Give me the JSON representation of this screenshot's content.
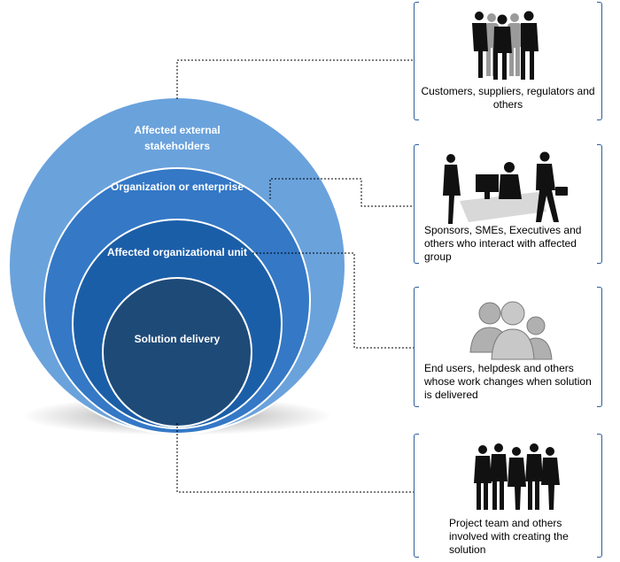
{
  "colors": {
    "outer_ring": "#6aa2dc",
    "second_ring": "#3478c6",
    "third_ring": "#1b5ea8",
    "core": "#1e4a78",
    "ring_border": "#ffffff",
    "bracket": "#2e5d99",
    "connector": "#000000"
  },
  "rings": {
    "external": "Affected external stakeholders",
    "enterprise": "Organization or enterprise",
    "unit": "Affected organizational unit",
    "core": "Solution delivery"
  },
  "cards": [
    {
      "icon": "business-people-silhouettes-icon",
      "caption": "Customers, suppliers, regulators and others"
    },
    {
      "icon": "office-meeting-silhouettes-icon",
      "caption": "Sponsors, SMEs, Executives and others who interact with affected group"
    },
    {
      "icon": "user-group-icon",
      "caption": "End users, helpdesk and others whose work changes when solution is delivered"
    },
    {
      "icon": "project-team-silhouettes-icon",
      "caption": "Project team and others involved with creating the solution"
    }
  ]
}
